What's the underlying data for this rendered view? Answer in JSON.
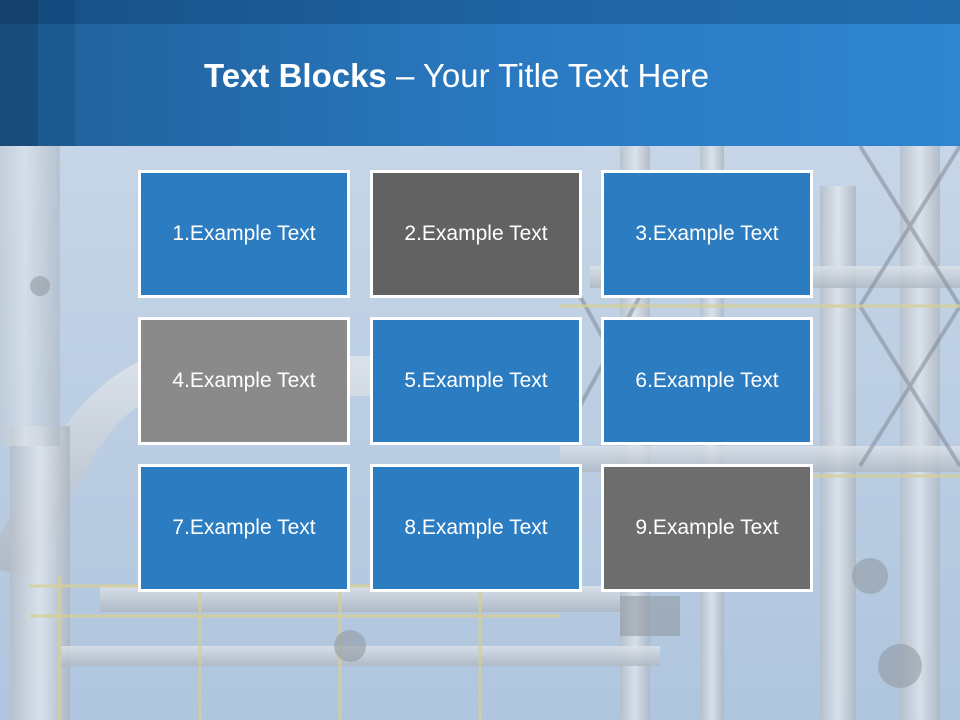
{
  "header": {
    "title_bold": "Text Blocks",
    "title_dash": "–",
    "title_rest": "Your Title Text Here"
  },
  "colors": {
    "header_blue": "#2a7ac2",
    "tile_blue": "#2b7cc1",
    "tile_dark_gray": "#626262",
    "tile_mid_gray": "#8a8a8a",
    "tile_gray": "#6d6d6d"
  },
  "tiles": [
    {
      "label": "1.Example Text",
      "color": "blue"
    },
    {
      "label": "2.Example Text",
      "color": "dark-gray"
    },
    {
      "label": "3.Example Text",
      "color": "blue"
    },
    {
      "label": "4.Example Text",
      "color": "mid-gray"
    },
    {
      "label": "5.Example Text",
      "color": "blue"
    },
    {
      "label": "6.Example Text",
      "color": "blue"
    },
    {
      "label": "7.Example Text",
      "color": "blue"
    },
    {
      "label": "8.Example Text",
      "color": "blue"
    },
    {
      "label": "9.Example Text",
      "color": "gray"
    }
  ]
}
